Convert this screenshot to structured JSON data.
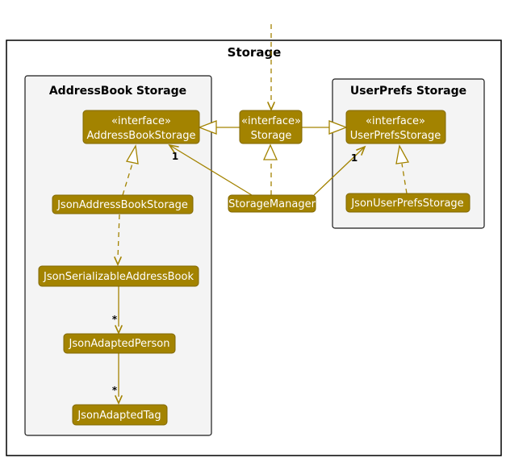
{
  "frame": {
    "title": "Storage"
  },
  "packages": {
    "address_book": {
      "title": "AddressBook Storage"
    },
    "user_prefs": {
      "title": "UserPrefs Storage"
    }
  },
  "nodes": {
    "address_book_storage_interface": {
      "stereotype": "«interface»",
      "label": "AddressBookStorage"
    },
    "storage_interface": {
      "stereotype": "«interface»",
      "label": "Storage"
    },
    "user_prefs_storage_interface": {
      "stereotype": "«interface»",
      "label": "UserPrefsStorage"
    },
    "json_address_book_storage": {
      "label": "JsonAddressBookStorage"
    },
    "storage_manager": {
      "label": "StorageManager"
    },
    "json_user_prefs_storage": {
      "label": "JsonUserPrefsStorage"
    },
    "json_serializable_address_book": {
      "label": "JsonSerializableAddressBook"
    },
    "json_adapted_person": {
      "label": "JsonAdaptedPerson"
    },
    "json_adapted_tag": {
      "label": "JsonAdaptedTag"
    }
  },
  "edge_labels": {
    "storage_manager_to_address_book_storage": "1",
    "storage_manager_to_user_prefs_storage": "1",
    "serializable_address_book_to_adapted_person": "*",
    "adapted_person_to_adapted_tag": "*"
  },
  "colors": {
    "storage_accent": "#A38300",
    "node_border": "#806700",
    "node_text": "#FFFFFF",
    "package_fill": "#F4F4F4",
    "package_border": "#1A1A1A",
    "frame_border": "#000000"
  }
}
